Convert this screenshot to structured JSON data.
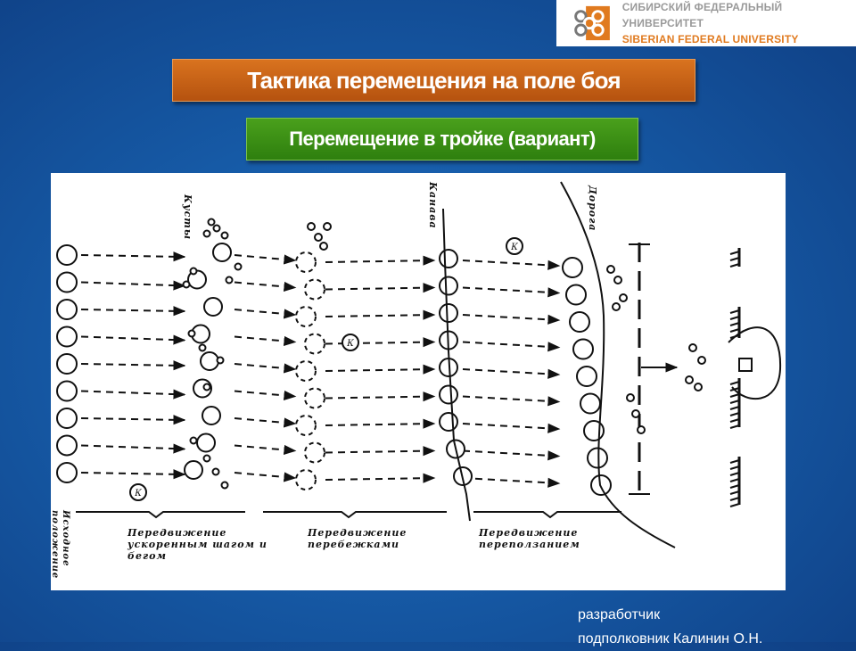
{
  "logo": {
    "text_ru": "СИБИРСКИЙ ФЕДЕРАЛЬНЫЙ УНИВЕРСИТЕТ",
    "text_en": "SIBERIAN FEDERAL UNIVERSITY",
    "accent": "#e07a1f"
  },
  "title": "Тактика перемещения на поле боя",
  "subtitle": "Перемещение в тройке (вариант)",
  "colors": {
    "title_bg": "#c8621a",
    "subtitle_bg": "#3a8f14",
    "background": "#165aa6"
  },
  "diagram": {
    "labels": {
      "bushes": "Кусты",
      "ditch": "Канава",
      "road": "Дорога",
      "initial_position": "Исходное положение",
      "phase1": "Передвижение ускоренным шагом и бегом",
      "phase2": "Передвижение перебежками",
      "phase3": "Передвижение переползанием",
      "commander_mark": "К"
    }
  },
  "credit": {
    "line1": "разработчик",
    "line2": "подполковник Калинин О.Н."
  }
}
